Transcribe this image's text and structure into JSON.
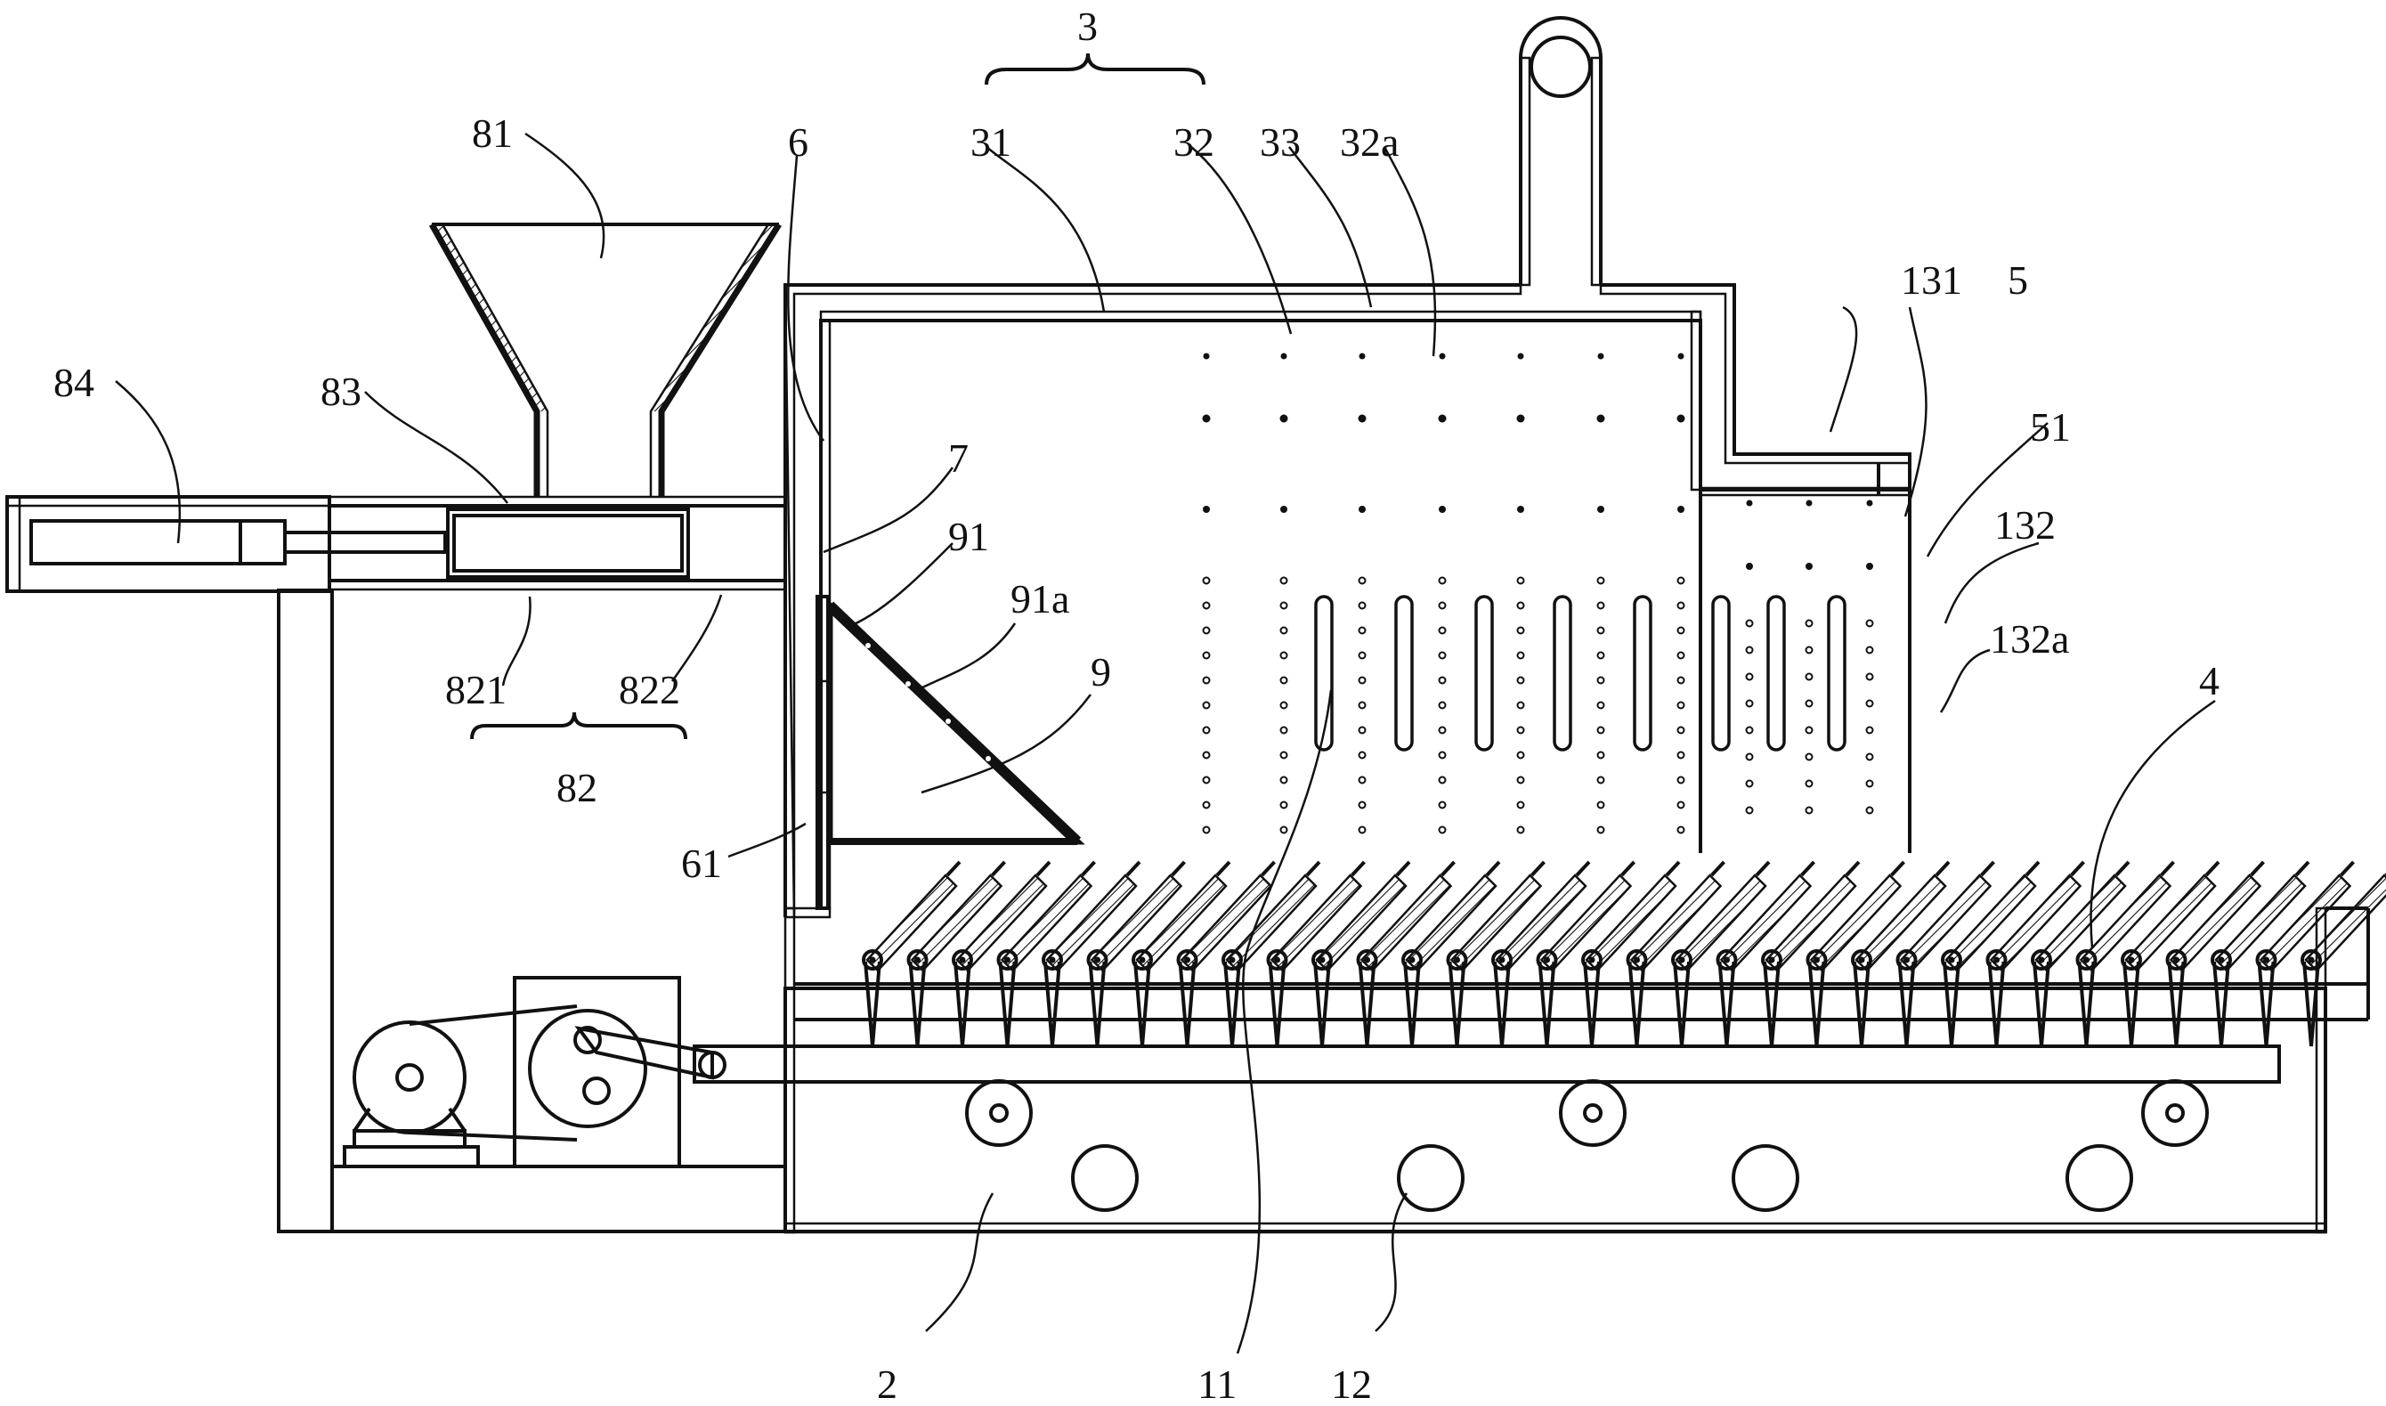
{
  "figure": {
    "labels": {
      "l3": "3",
      "l31": "31",
      "l32": "32",
      "l33": "33",
      "l32a": "32a",
      "l81": "81",
      "l6": "6",
      "l84": "84",
      "l83": "83",
      "l7": "7",
      "l91": "91",
      "l91a": "91a",
      "l9": "9",
      "l821": "821",
      "l822": "822",
      "l82": "82",
      "l61": "61",
      "l131": "131",
      "l5": "5",
      "l51": "51",
      "l132": "132",
      "l132a": "132a",
      "l4": "4",
      "l2": "2",
      "l11": "11",
      "l12": "12"
    }
  }
}
